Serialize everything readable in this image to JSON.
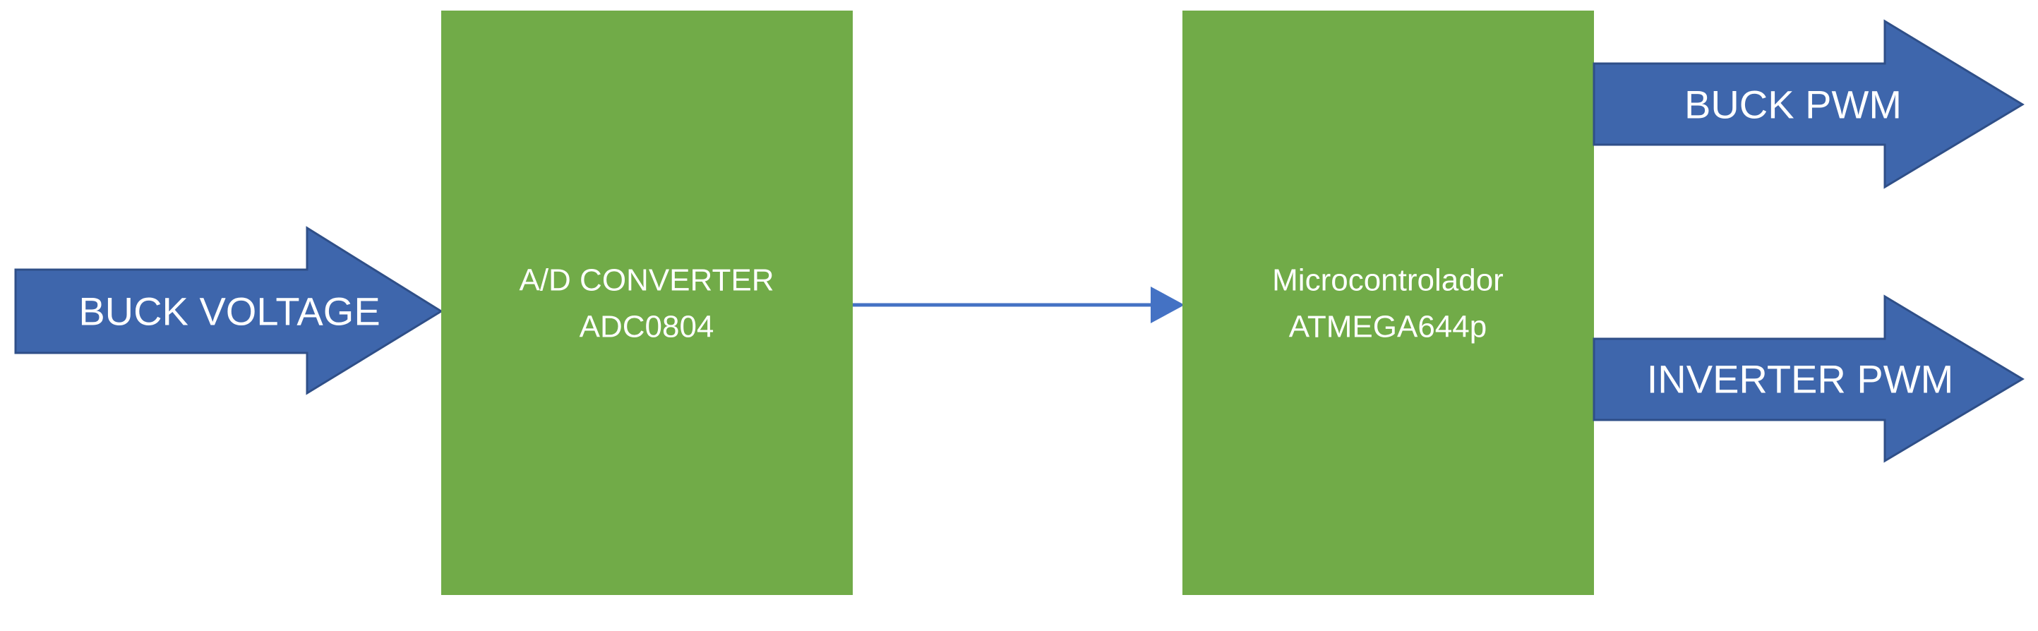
{
  "colors": {
    "block_fill": "#71ab48",
    "arrow_fill": "#3e66ac",
    "arrow_stroke": "#2f4f88",
    "connector": "#4472c4",
    "text": "#ffffff"
  },
  "inputs": {
    "buck_voltage": "BUCK VOLTAGE"
  },
  "blocks": {
    "adc": {
      "line1": "A/D CONVERTER",
      "line2": "ADC0804"
    },
    "mcu": {
      "line1": "Microcontrolador",
      "line2": "ATMEGA644p"
    }
  },
  "outputs": {
    "buck_pwm": "BUCK PWM",
    "inverter_pwm": "INVERTER PWM"
  }
}
